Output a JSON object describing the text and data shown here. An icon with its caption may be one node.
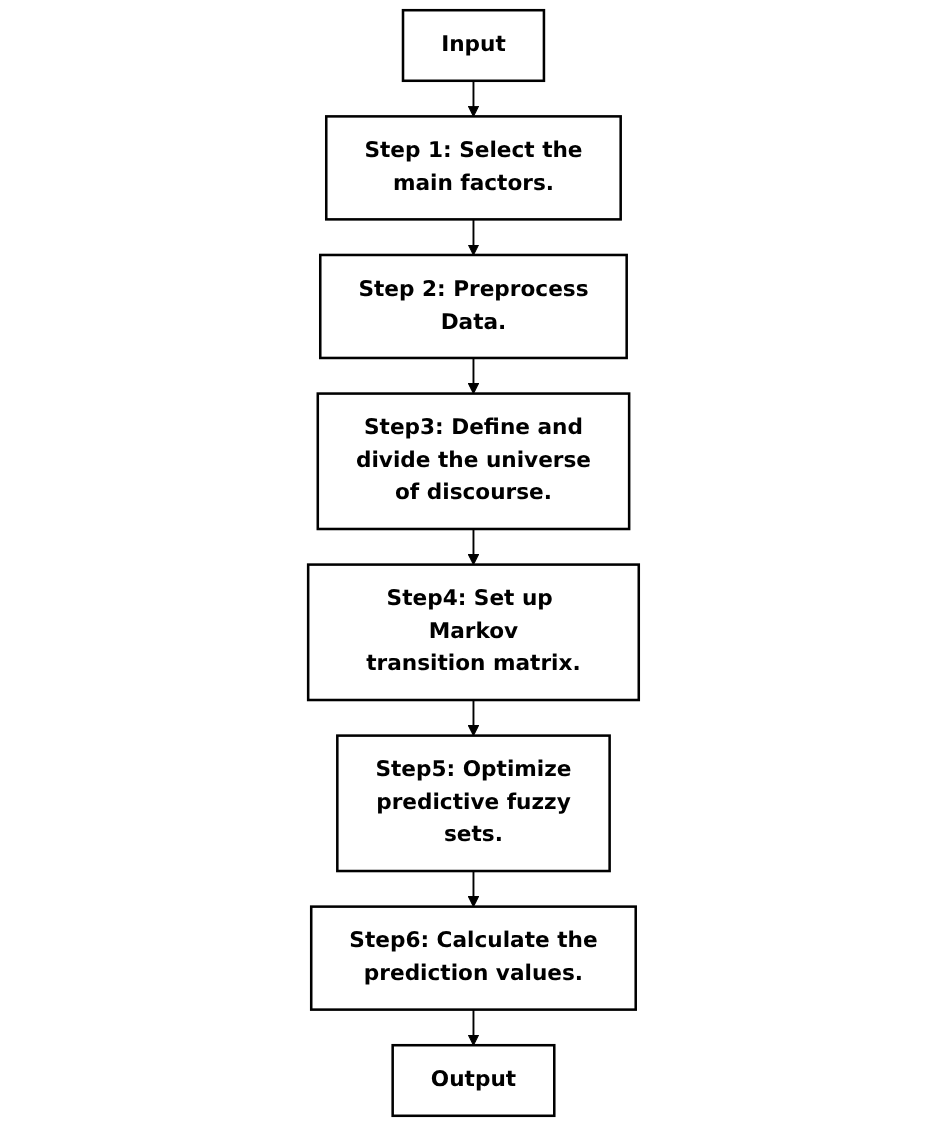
{
  "diagram": {
    "nodes": [
      {
        "text": [
          "Input"
        ]
      },
      {
        "text": [
          "Step 1: Select the main factors."
        ]
      },
      {
        "text": [
          "Step 2: Preprocess Data."
        ]
      },
      {
        "text": [
          "Step3: Define and divide the universe of discourse."
        ]
      },
      {
        "text": [
          "Step4: Set up Markov transition matrix."
        ]
      },
      {
        "text": [
          "Step5: Optimize predictive fuzzy sets."
        ]
      },
      {
        "text": [
          "Step6: Calculate the prediction values."
        ]
      },
      {
        "text": [
          "Output"
        ]
      }
    ],
    "edges": [
      {
        "from": 0,
        "to": 1,
        "arrow": "to"
      },
      {
        "from": 1,
        "to": 2,
        "arrow": "to"
      },
      {
        "from": 2,
        "to": 3,
        "arrow": "to"
      },
      {
        "from": 3,
        "to": 4,
        "arrow": "to"
      },
      {
        "from": 4,
        "to": 5,
        "arrow": "to"
      },
      {
        "from": 5,
        "to": 6,
        "arrow": "to"
      },
      {
        "from": 6,
        "to": 7,
        "arrow": "to"
      }
    ]
  }
}
